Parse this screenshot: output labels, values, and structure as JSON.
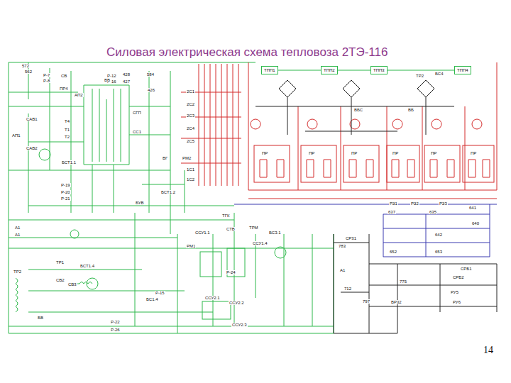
{
  "diagram": {
    "title": "Силовая электрическая схема тепловоза 2ТЭ-116",
    "nodes": [
      {
        "text": [
          "ТПП1"
        ]
      },
      {
        "text": [
          "ТПП2"
        ]
      },
      {
        "text": [
          "ТПП3"
        ]
      },
      {
        "text": [
          "ТПП4"
        ]
      }
    ],
    "edges": [
      {
        "from": 0,
        "to": 1,
        "arrow": "none"
      },
      {
        "from": 1,
        "to": 2,
        "arrow": "none"
      },
      {
        "from": 2,
        "to": 3,
        "arrow": "none"
      }
    ],
    "labels": [
      "572",
      "562",
      "Р-7",
      "Р-8",
      "СВ",
      "ПР4",
      "АП2",
      "Р-12",
      "428",
      "584",
      "Р-16",
      "427",
      "426",
      "ВВ",
      "СГП",
      "СС1",
      "АП1",
      "САВ1",
      "САВ2",
      "Т4",
      "Т1",
      "Т2",
      "БСТ1.1",
      "Р-19",
      "Р-20",
      "Р-21",
      "БСТ1.2",
      "БУВ",
      "ВГ",
      "2С1",
      "2С2",
      "2С3",
      "2С4",
      "2С5",
      "РМ2",
      "1С1",
      "1С2",
      "ТГК",
      "ТРМ",
      "СТВ",
      "БС3.1",
      "ССУ1.1",
      "РМ1",
      "ССУ1.4",
      "ТР1",
      "БСТ1.4",
      "СВ2",
      "СВ3",
      "БС1.4",
      "ССУ2.1",
      "ССУ2.2",
      "ССУ2.3",
      "Р-22",
      "Р-26",
      "Р-24",
      "Р-15",
      "А1",
      "А1",
      "БВ",
      "ТР2",
      "ВБС",
      "БС4",
      "ТР2",
      "ВБ",
      "ПР",
      "ПР",
      "ПР",
      "ПР",
      "ПР",
      "ПР",
      "РЗ1",
      "РЗ2",
      "РЗ3",
      "637",
      "635",
      "641",
      "640",
      "642",
      "653",
      "652",
      "783",
      "СР31",
      "РУ6",
      "РУ5",
      "СРБ1",
      "СРБ2",
      "797",
      "ВР32",
      "712",
      "А1",
      "775",
      "14"
    ]
  }
}
